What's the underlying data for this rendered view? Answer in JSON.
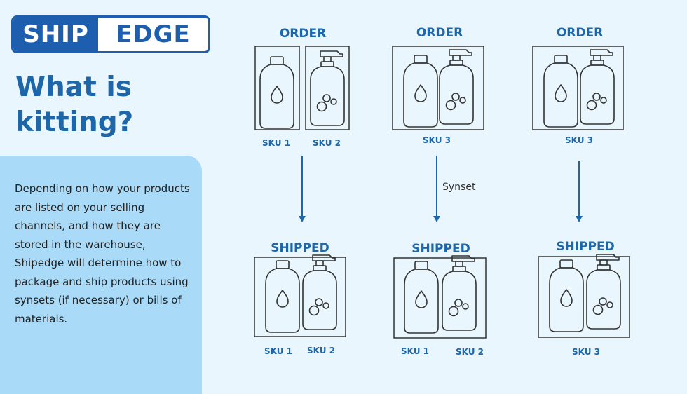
{
  "logo": {
    "part1": "SHIP",
    "part2": "EDGE"
  },
  "title": "What is kitting?",
  "description": "Depending on how your products are listed on your selling channels, and how they are stored in the warehouse, Shipedge will determine how to package and ship products using synsets (if necessary) or bills of materials.",
  "columns": [
    {
      "order_heading": "ORDER",
      "order_skus": [
        "SKU 1",
        "SKU 2"
      ],
      "arrow_label": "",
      "shipped_heading": "SHIPPED",
      "shipped_skus": [
        "SKU 1",
        "SKU 2"
      ]
    },
    {
      "order_heading": "ORDER",
      "order_skus": [
        "SKU 3"
      ],
      "arrow_label": "Synset",
      "shipped_heading": "SHIPPED",
      "shipped_skus": [
        "SKU 1",
        "SKU 2"
      ]
    },
    {
      "order_heading": "ORDER",
      "order_skus": [
        "SKU 3"
      ],
      "arrow_label": "",
      "shipped_heading": "SHIPPED",
      "shipped_skus": [
        "SKU 3"
      ]
    }
  ],
  "colors": {
    "accent": "#1d66aa",
    "panel": "#a9daf8",
    "background": "#e9f6fd",
    "line": "#333333"
  },
  "icons": [
    "droplet-bottle-icon",
    "pump-bottle-icon"
  ]
}
